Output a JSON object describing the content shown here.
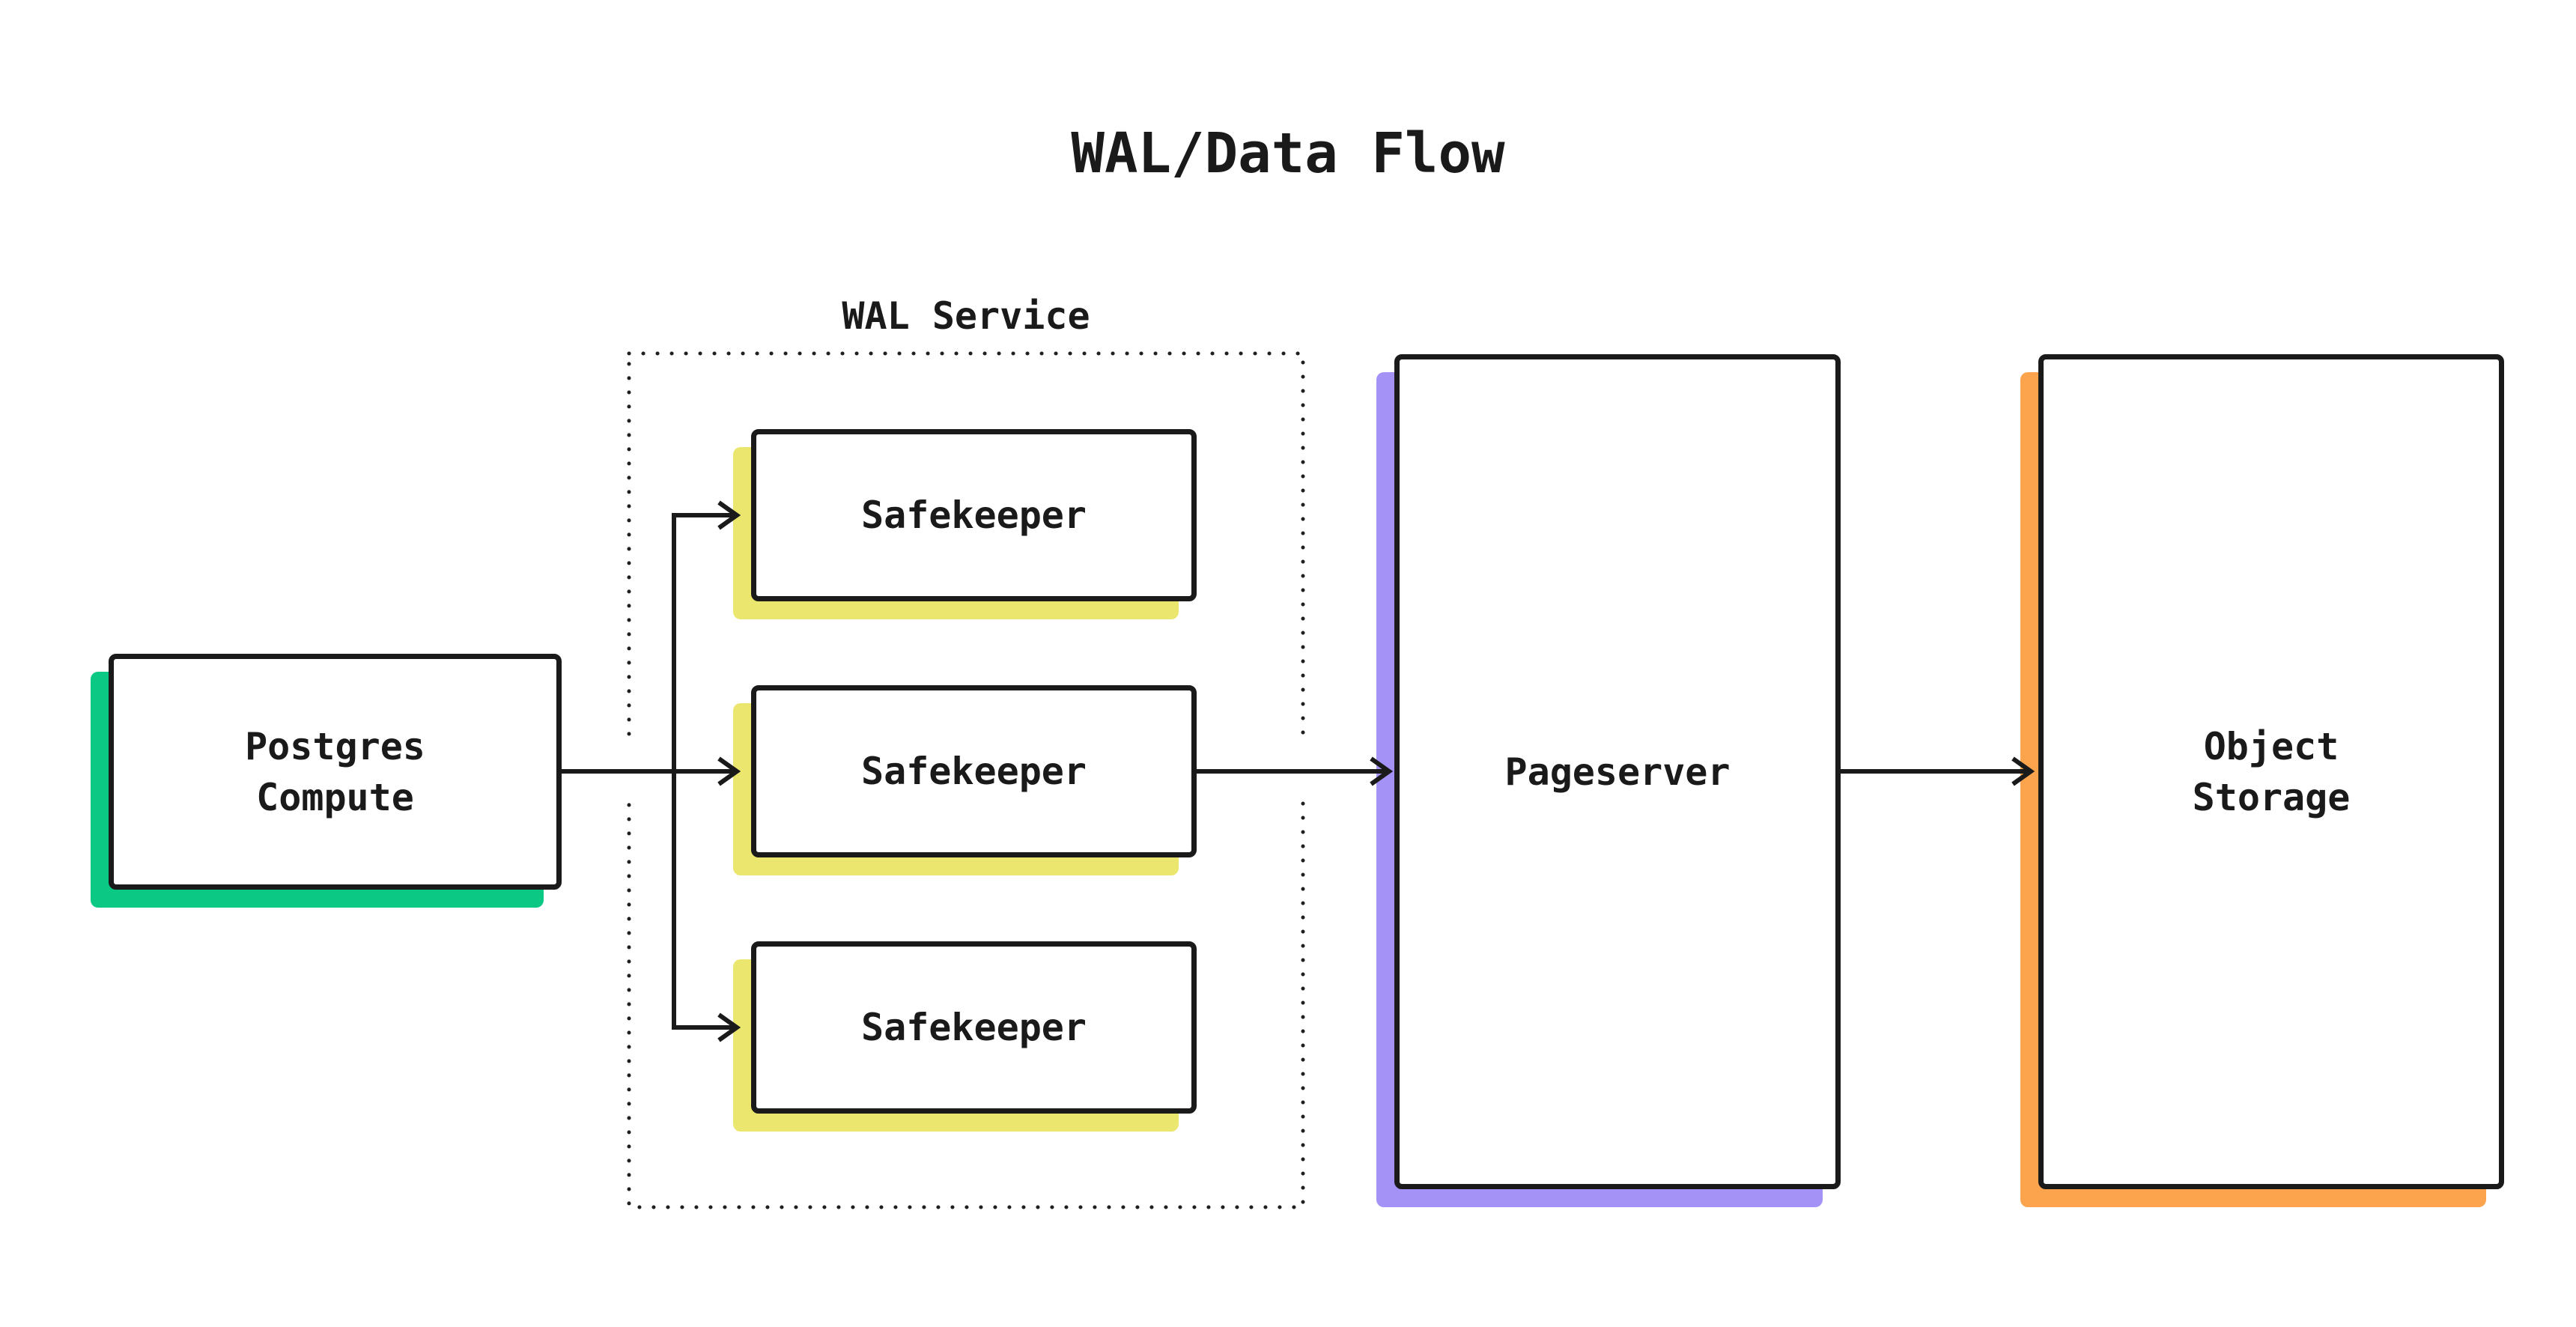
{
  "title": "WAL/Data Flow",
  "container": {
    "label": "WAL Service"
  },
  "nodes": {
    "postgres_compute": {
      "line1": "Postgres",
      "line2": "Compute",
      "shadow": "#0bc885"
    },
    "safekeeper_1": {
      "label": "Safekeeper",
      "shadow": "#ebe66e"
    },
    "safekeeper_2": {
      "label": "Safekeeper",
      "shadow": "#ebe66e"
    },
    "safekeeper_3": {
      "label": "Safekeeper",
      "shadow": "#ebe66e"
    },
    "pageserver": {
      "label": "Pageserver",
      "shadow": "#a592f6"
    },
    "object_storage": {
      "line1": "Object",
      "line2": "Storage",
      "shadow": "#fba44d"
    }
  },
  "colors": {
    "background": "#ffffff",
    "ink": "#1a1a1a",
    "dotted_border": "#1f1f1f",
    "compute_green": "#0bc885",
    "safekeeper_yellow": "#ebe66e",
    "pageserver_purple": "#a592f6",
    "object_storage_orange": "#fba44d"
  }
}
